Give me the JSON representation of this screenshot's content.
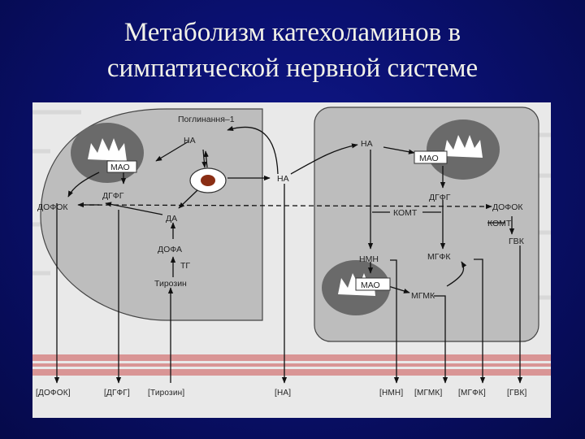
{
  "slide": {
    "title_line1": "Метаболизм катехоламинов в",
    "title_line2": "симпатической нервной системе"
  },
  "diagram": {
    "uptake_label": "Поглинання–1",
    "neuron": {
      "na": "НА",
      "mao": "МАО",
      "dopok": "ДОФОК",
      "dgfg": "ДГФГ",
      "da": "ДА",
      "dofa": "ДОФА",
      "tg": "ТГ",
      "tyrosine": "Тирозин"
    },
    "synapse_na": "НА",
    "effector": {
      "na": "НА",
      "mao_top": "МАО",
      "dgfg": "ДГФГ",
      "komt": "КОМТ",
      "nmn": "НМН",
      "mgfk": "МГФК",
      "mao_bottom": "МАО",
      "mgmk": "МГМК"
    },
    "outside": {
      "dopok": "ДОФОК",
      "komt": "КОМТ",
      "gvk": "ГВК"
    },
    "plasma": [
      "[ДОФОК]",
      "[ДГФГ]",
      "[Тирозин]",
      "[НА]",
      "[НМН]",
      "[МГМК]",
      "[МГФК]",
      "[ГВК]"
    ]
  },
  "colors": {
    "slide_background": "#0a1070",
    "title": "#f2f2e8",
    "cell": "#bdbdbd",
    "vessel_band": "#d99595",
    "figure_background": "#e9e9e9"
  }
}
